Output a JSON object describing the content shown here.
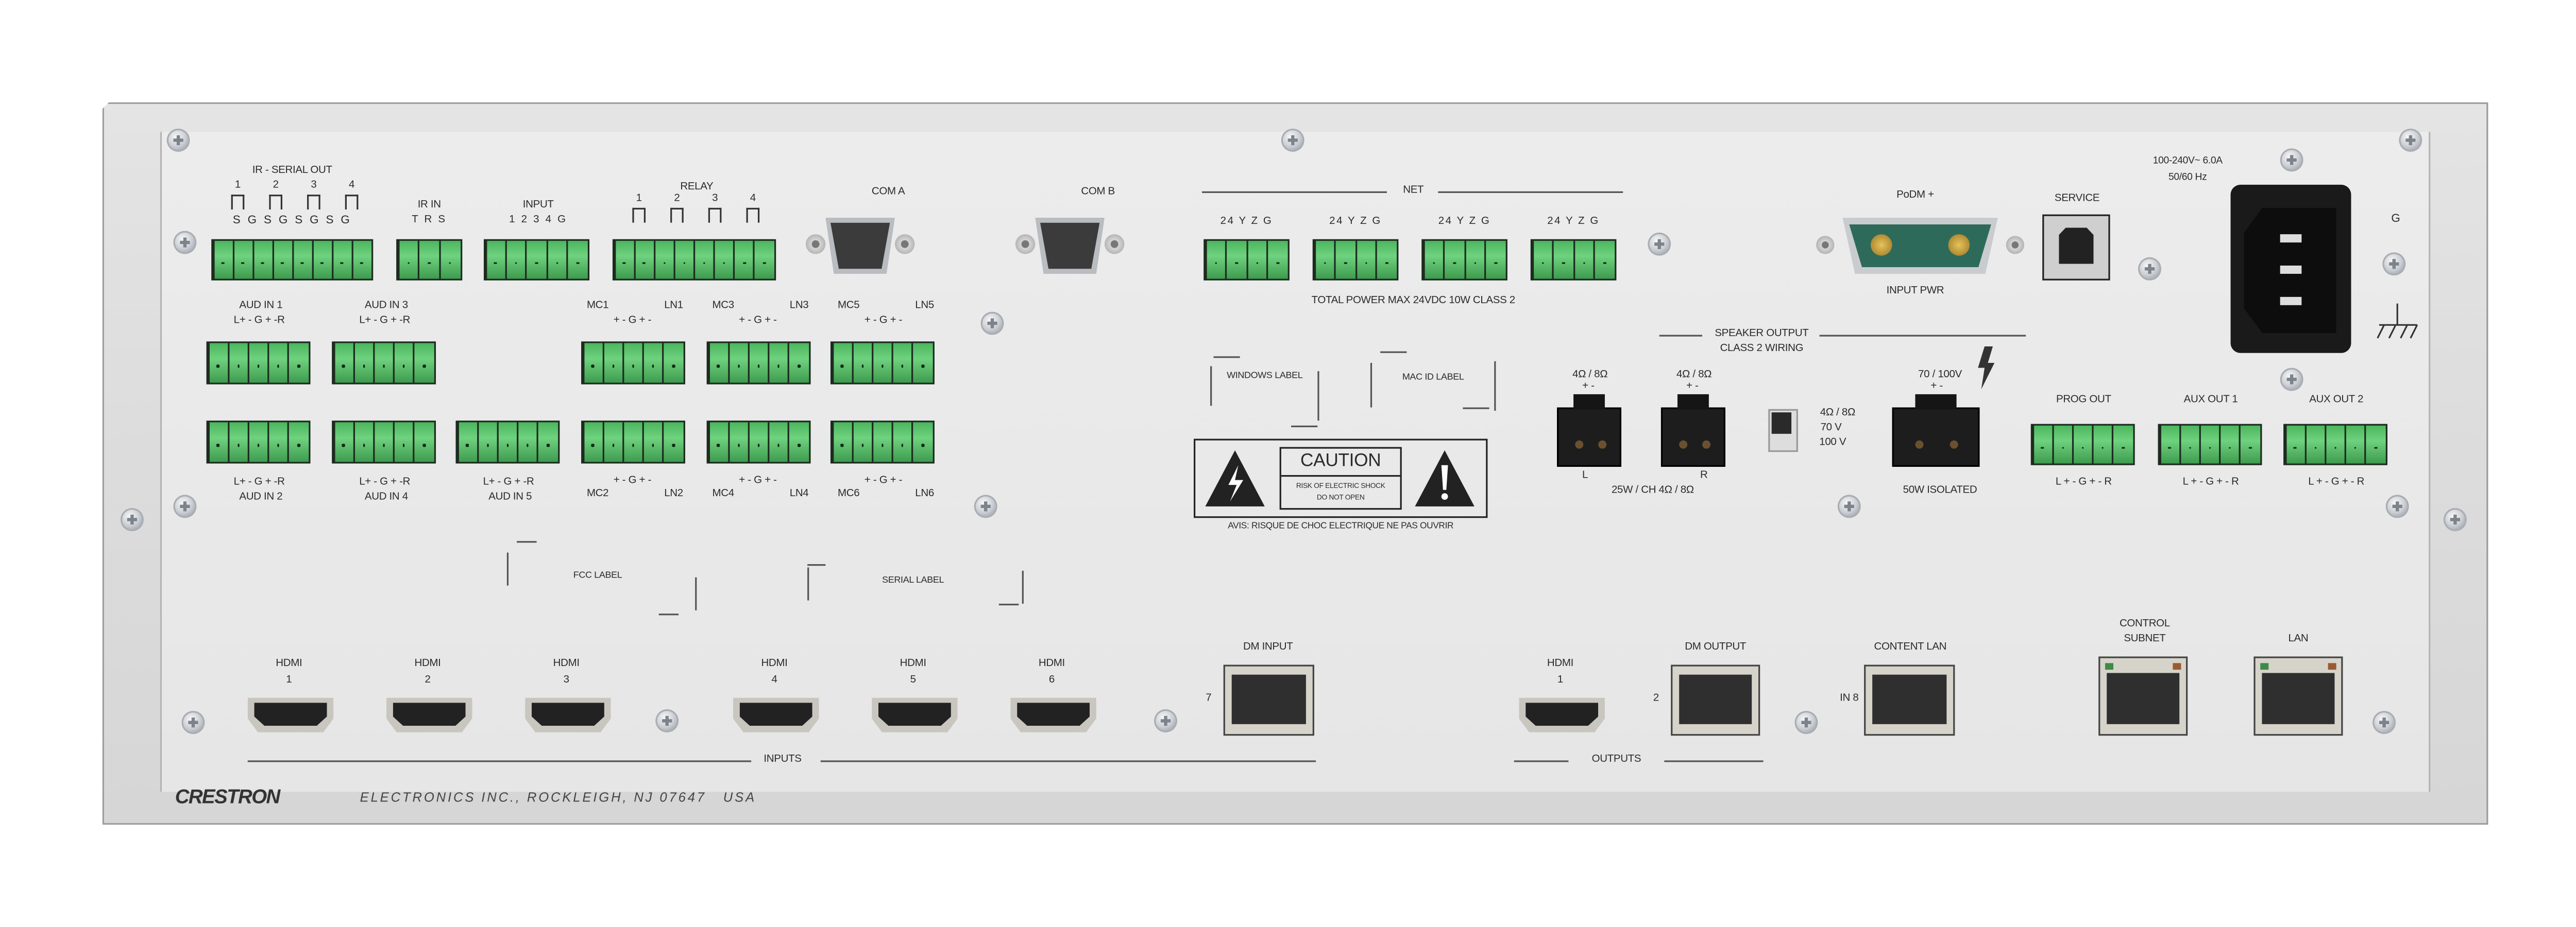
{
  "ir_serial_out": {
    "title": "IR - SERIAL OUT",
    "numbers": [
      "1",
      "2",
      "3",
      "4"
    ],
    "pins": "S G S G S G S G"
  },
  "ir_in": {
    "title": "IR IN",
    "pins": "T R S"
  },
  "input": {
    "title": "INPUT",
    "pins": "1 2 3 4 G"
  },
  "relay": {
    "title": "RELAY",
    "numbers": [
      "1",
      "2",
      "3",
      "4"
    ]
  },
  "com_a": "COM A",
  "com_b": "COM B",
  "net": {
    "title": "NET",
    "pins": "24 Y Z G",
    "note": "TOTAL POWER MAX 24VDC 10W CLASS 2"
  },
  "podm": {
    "title": "PoDM +",
    "sub": "INPUT PWR"
  },
  "service": "SERVICE",
  "power": {
    "rating": "100-240V~ 6.0A",
    "freq": "50/60 Hz",
    "ground": "G"
  },
  "audio_in": {
    "pins": "L+  -  G  +  -R",
    "names": [
      "AUD IN 1",
      "AUD IN 2",
      "AUD IN 3",
      "AUD IN 4",
      "AUD IN 5"
    ]
  },
  "mic_line": {
    "pins": "+  -  G  +  -",
    "pairs": [
      [
        "MC1",
        "LN1"
      ],
      [
        "MC2",
        "LN2"
      ],
      [
        "MC3",
        "LN3"
      ],
      [
        "MC4",
        "LN4"
      ],
      [
        "MC5",
        "LN5"
      ],
      [
        "MC6",
        "LN6"
      ]
    ]
  },
  "stickers": {
    "windows": "WINDOWS LABEL",
    "mac": "MAC ID LABEL",
    "fcc": "FCC LABEL",
    "serial": "SERIAL LABEL"
  },
  "caution": {
    "title": "CAUTION",
    "line1": "RISK OF ELECTRIC SHOCK",
    "line2": "DO NOT OPEN",
    "avis": "AVIS: RISQUE DE CHOC ELECTRIQUE NE PAS OUVRIR"
  },
  "speaker": {
    "title": "SPEAKER OUTPUT",
    "sub": "CLASS 2 WIRING",
    "imp": "4Ω / 8Ω",
    "polarity": "+     -",
    "left": "L",
    "right": "R",
    "rating": "25W / CH 4Ω / 8Ω",
    "switch": [
      "4Ω / 8Ω",
      "70 V",
      "100 V"
    ],
    "hv": "70 / 100V",
    "isolated": "50W ISOLATED"
  },
  "audio_out": {
    "pins": "L +  -  G  +  - R",
    "names": [
      "PROG OUT",
      "AUX OUT 1",
      "AUX OUT 2"
    ]
  },
  "inputs": {
    "title": "INPUTS",
    "hdmi": "HDMI",
    "numbers": [
      "1",
      "2",
      "3",
      "4",
      "5",
      "6"
    ],
    "dm": "DM INPUT",
    "dm_num": "7"
  },
  "outputs": {
    "title": "OUTPUTS",
    "hdmi": "HDMI",
    "hdmi_num": "1",
    "dm": "DM OUTPUT",
    "dm_num": "2",
    "content_lan": "CONTENT LAN",
    "content_num": "IN 8"
  },
  "network": {
    "control": "CONTROL",
    "subnet": "SUBNET",
    "lan": "LAN"
  },
  "brand": {
    "logo": "CRESTRON",
    "address": "ELECTRONICS INC., ROCKLEIGH, NJ 07647   USA"
  }
}
